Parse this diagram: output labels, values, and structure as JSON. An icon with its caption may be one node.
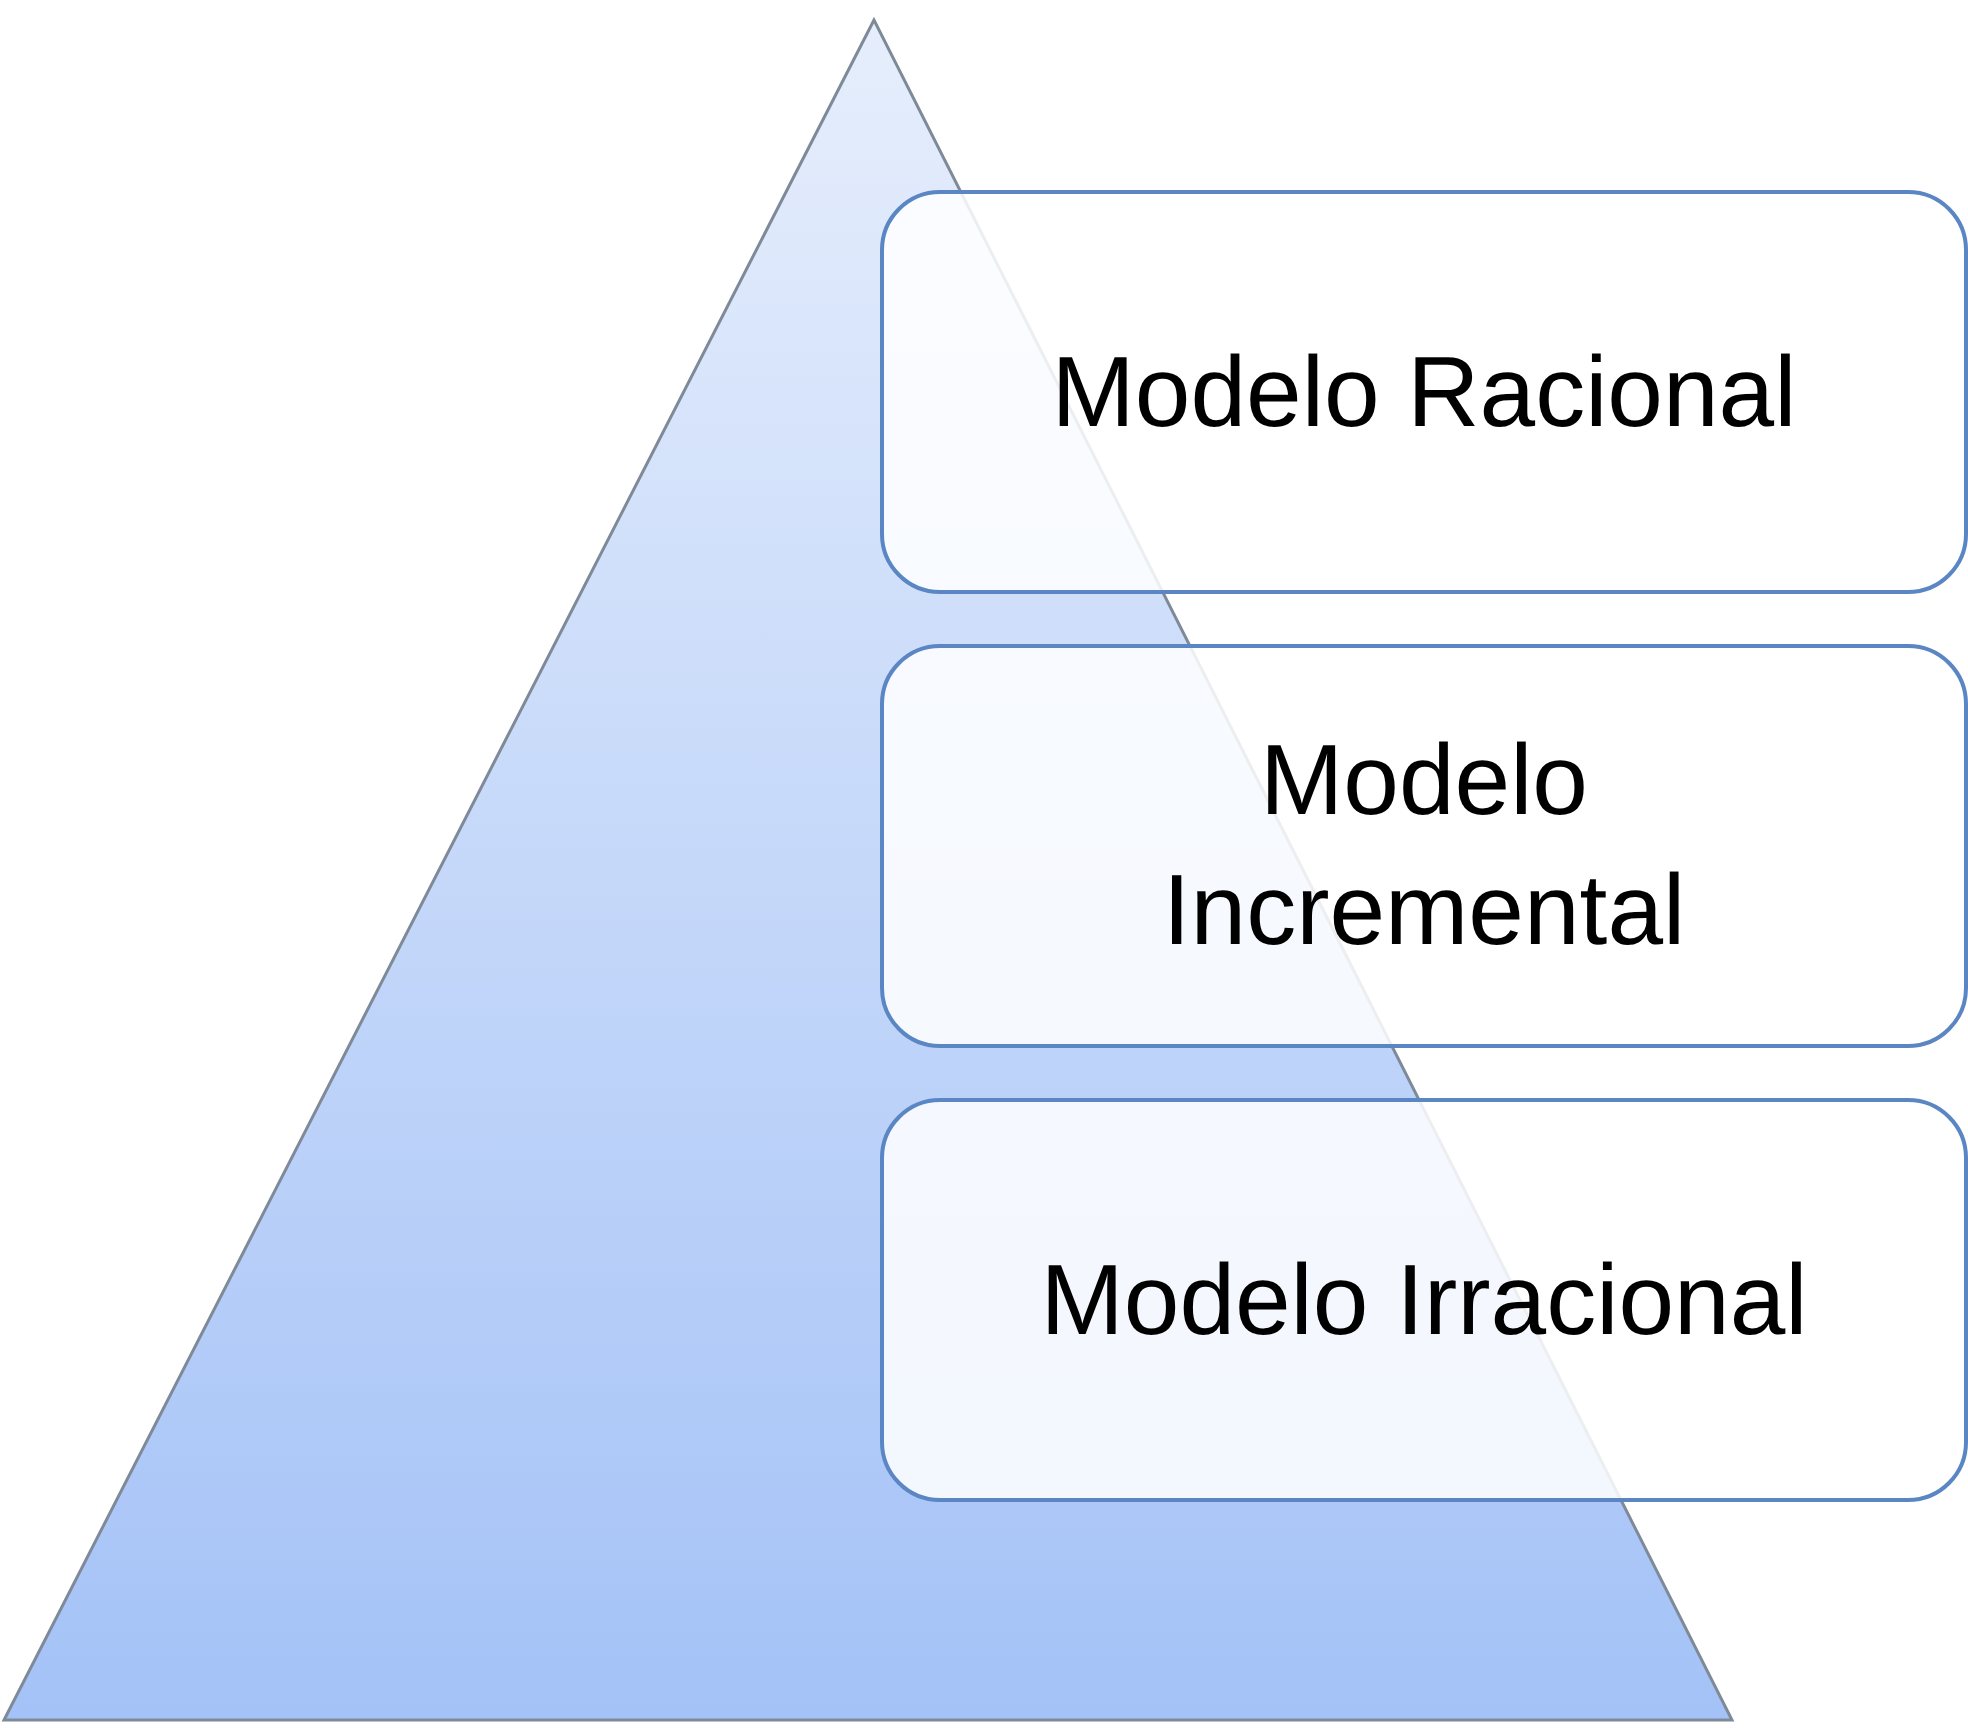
{
  "diagram": {
    "nodes": [
      {
        "text": [
          "Modelo Racional"
        ]
      },
      {
        "text": [
          "Modelo Incremental"
        ]
      },
      {
        "text": [
          "Modelo Irracional"
        ]
      }
    ]
  }
}
